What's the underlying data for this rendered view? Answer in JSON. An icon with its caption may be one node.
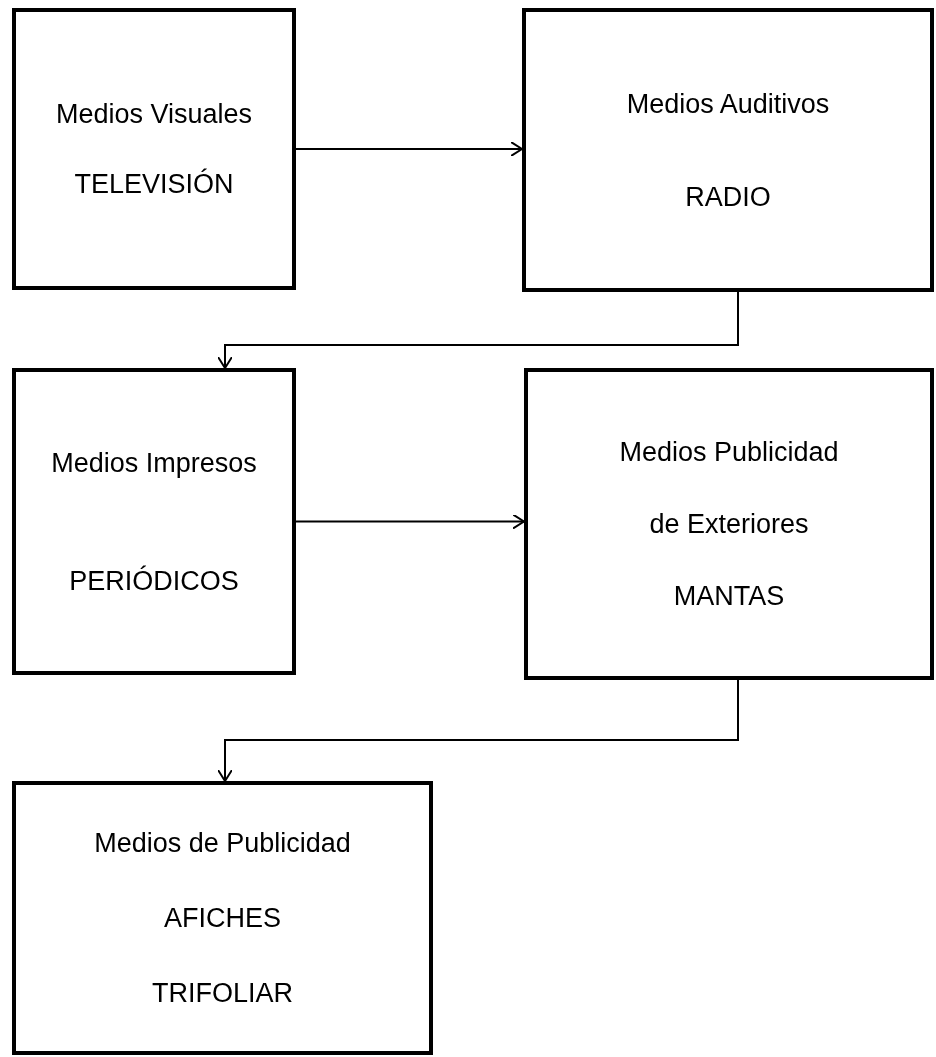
{
  "diagram": {
    "nodes": [
      {
        "text": [
          "Medios Visuales",
          "TELEVISIÓN"
        ]
      },
      {
        "text": [
          "Medios Auditivos",
          "RADIO"
        ]
      },
      {
        "text": [
          "Medios Impresos",
          "PERIÓDICOS"
        ]
      },
      {
        "text": [
          "Medios Publicidad de Exteriores",
          "MANTAS"
        ]
      },
      {
        "text": [
          "Medios de Publicidad",
          "AFICHES",
          "TRIFOLIAR"
        ]
      }
    ],
    "edges": [
      {
        "from": 0,
        "to": 1,
        "arrow": "to"
      },
      {
        "from": 1,
        "to": 2,
        "arrow": "to"
      },
      {
        "from": 2,
        "to": 3,
        "arrow": "to"
      },
      {
        "from": 3,
        "to": 4,
        "arrow": "to"
      }
    ]
  }
}
